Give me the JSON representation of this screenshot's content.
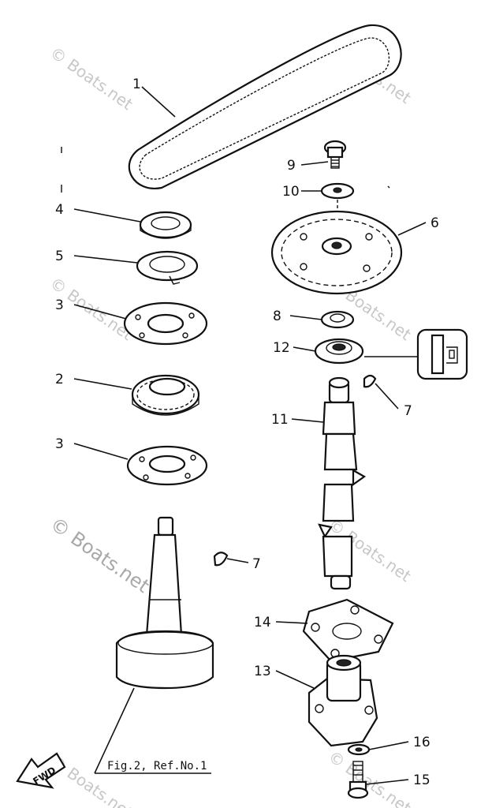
{
  "diagram": {
    "callouts": [
      {
        "id": "callout-1",
        "text": "1"
      },
      {
        "id": "callout-2",
        "text": "2"
      },
      {
        "id": "callout-3a",
        "text": "3"
      },
      {
        "id": "callout-3b",
        "text": "3"
      },
      {
        "id": "callout-4",
        "text": "4"
      },
      {
        "id": "callout-5",
        "text": "5"
      },
      {
        "id": "callout-6",
        "text": "6"
      },
      {
        "id": "callout-7a",
        "text": "7"
      },
      {
        "id": "callout-7b",
        "text": "7"
      },
      {
        "id": "callout-8",
        "text": "8"
      },
      {
        "id": "callout-9",
        "text": "9"
      },
      {
        "id": "callout-10",
        "text": "10"
      },
      {
        "id": "callout-11",
        "text": "11"
      },
      {
        "id": "callout-12",
        "text": "12"
      },
      {
        "id": "callout-13",
        "text": "13"
      },
      {
        "id": "callout-14",
        "text": "14"
      },
      {
        "id": "callout-15",
        "text": "15"
      },
      {
        "id": "callout-16",
        "text": "16"
      }
    ],
    "reference_note": "Fig.2, Ref.No.1",
    "fwd_label": "FWD",
    "watermark": "© Boats.net"
  }
}
